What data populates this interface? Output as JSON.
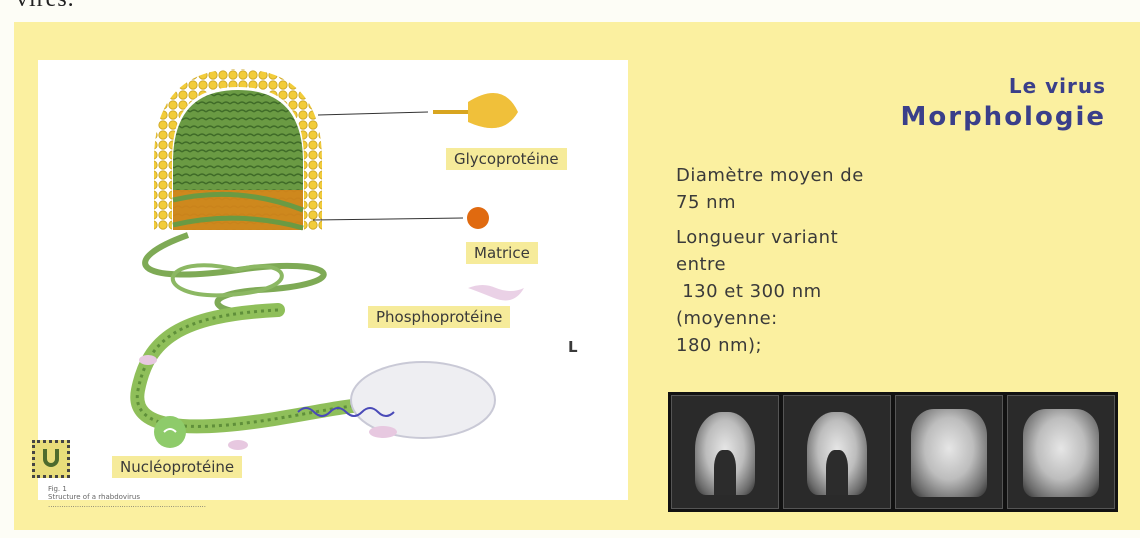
{
  "header_fragment": "vires.",
  "slide": {
    "title_line1": "Le virus",
    "title_line2": "Morphologie",
    "paragraph1": [
      "Diamètre moyen de",
      "75 nm"
    ],
    "paragraph2": [
      "Longueur variant",
      "entre",
      " 130 et 300 nm",
      "(moyenne:",
      "180 nm);"
    ]
  },
  "diagram": {
    "labels": {
      "glycoprotein": "Glycoprotéine",
      "matrix": "Matrice",
      "phosphoprotein": "Phosphoprotéine",
      "l": "L",
      "nucleoprotein": "Nucléoprotéine"
    },
    "caption": [
      "Fig. 1",
      "Structure of a rhabdovirus",
      "......................................................................."
    ]
  },
  "micrographs_count": 4,
  "colors": {
    "slide_background": "#fbf0a0",
    "title": "#3a3f8a",
    "envelope": "#f2cc3a",
    "core": "#5f8f3a",
    "matrix": "#d9861a"
  },
  "icons": {
    "nav": "return-arrow-icon"
  }
}
